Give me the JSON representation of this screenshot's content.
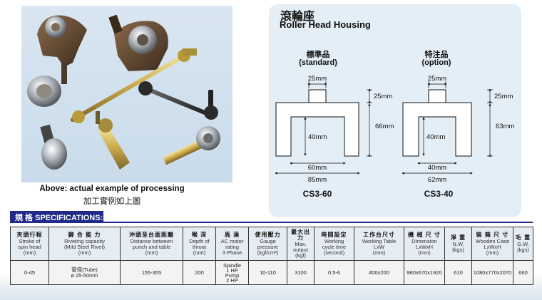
{
  "photo_caption": {
    "en": "Above: actual example of processing",
    "zh": "加工實例如上圖"
  },
  "roller_head": {
    "title_zh": "滾輪座",
    "title_en": "Roller Head Housing",
    "standard": {
      "label_zh": "標準品",
      "label_en": "(standard)",
      "model": "CS3-60",
      "dims": {
        "top_width": "25mm",
        "top_height": "25mm",
        "total_height": "66mm",
        "inner_height": "40mm",
        "inner_width": "60mm",
        "outer_width": "85mm"
      }
    },
    "option": {
      "label_zh": "特注品",
      "label_en": "(option)",
      "model": "CS3-40",
      "dims": {
        "top_width": "25mm",
        "top_height": "25mm",
        "total_height": "63mm",
        "inner_height": "40mm",
        "inner_width": "40mm",
        "outer_width": "62mm"
      }
    }
  },
  "specs": {
    "header_label": "規 格  SPECIFICATIONS:",
    "columns": [
      {
        "zh": "夾頭行程",
        "en": "Stroke of\nspin head\n(mm)"
      },
      {
        "zh": "鉚 合 能 力",
        "en": "Riveting capacity\n(Mild Steel Rivet)\n(mm)"
      },
      {
        "zh": "沖頭至台面距離",
        "en": "Distance between\npunch and table\n(mm)"
      },
      {
        "zh": "喉  深",
        "en": "Depth of\nthroat\n(mm)"
      },
      {
        "zh": "馬  達",
        "en": "AC motor\nrating\n3 Phase"
      },
      {
        "zh": "使用壓力",
        "en": "Gauge\npressure\n(kgf/cm²)"
      },
      {
        "zh": "最大出力",
        "en": "Max.\noutput\n(kgf)"
      },
      {
        "zh": "時間設定",
        "en": "Working\ncycle time\n(second)"
      },
      {
        "zh": "工作台尺寸",
        "en": "Working Table\nLxW\n(mm)"
      },
      {
        "zh": "機 械 尺 寸",
        "en": "Dimension\nLxWxH\n(mm)"
      },
      {
        "zh": "淨  重",
        "en": "N.W.\n(kgs)"
      },
      {
        "zh": "裝 箱 尺 寸",
        "en": "Wooden Case\nLxWxH\n(mm)"
      },
      {
        "zh": "毛  重",
        "en": "G.W.\n(kgs)"
      }
    ],
    "row": [
      "0-45",
      "管徑(Tube)\nø 25-50mm",
      "155-355",
      "200",
      "Spindle\n1 HP\nPump\n2 HP",
      "10-110",
      "3100",
      "0.5-6",
      "400x200",
      "980x670x1920",
      "610",
      "1080x770x2070",
      "660"
    ]
  },
  "colors": {
    "spec_header": "#1f2a8a",
    "panel": "#e4eef7"
  }
}
